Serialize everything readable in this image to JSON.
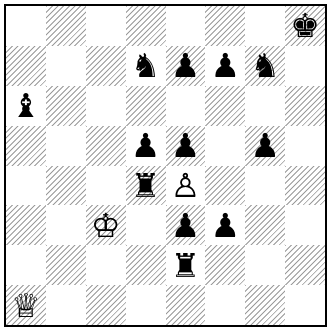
{
  "board": {
    "ranks": [
      [
        "",
        "",
        "",
        "",
        "",
        "",
        "",
        "bK"
      ],
      [
        "",
        "",
        "",
        "bN",
        "bP",
        "bP",
        "bN",
        ""
      ],
      [
        "bB",
        "",
        "",
        "",
        "",
        "",
        "",
        ""
      ],
      [
        "",
        "",
        "",
        "bP",
        "bP",
        "",
        "bP",
        ""
      ],
      [
        "",
        "",
        "",
        "bR",
        "wP",
        "",
        "",
        ""
      ],
      [
        "",
        "",
        "wK",
        "",
        "bP",
        "bP",
        "",
        ""
      ],
      [
        "",
        "",
        "",
        "",
        "bR",
        "",
        "",
        ""
      ],
      [
        "wQ",
        "",
        "",
        "",
        "",
        "",
        "",
        ""
      ]
    ]
  },
  "glyphs": {
    "wK": "♔",
    "wQ": "♕",
    "wR": "♖",
    "wB": "♗",
    "wN": "♘",
    "wP": "♙",
    "bK": "♚",
    "bQ": "♛",
    "bR": "♜",
    "bB": "♝",
    "bN": "♞",
    "bP": "♟"
  },
  "names": {
    "K": "king",
    "Q": "queen",
    "R": "rook",
    "B": "bishop",
    "N": "knight",
    "P": "pawn"
  },
  "colors": {
    "dark_square_hatch": "#9a9a9a",
    "light_square": "#ffffff",
    "border": "#000000"
  }
}
